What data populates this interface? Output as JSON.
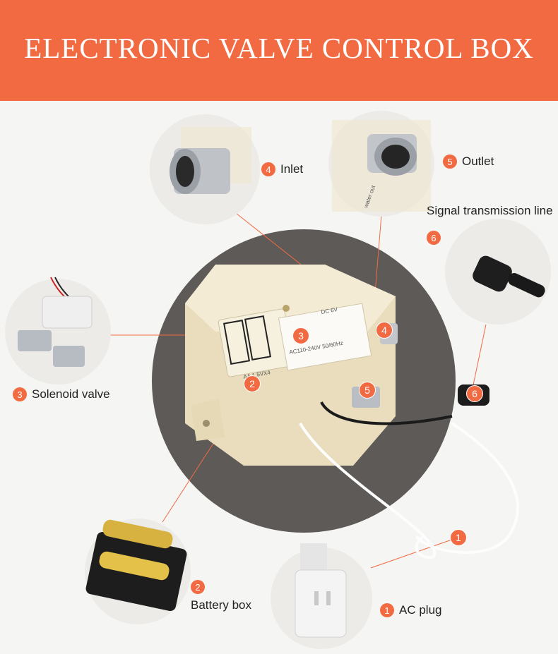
{
  "header": {
    "title": "ELECTRONIC VALVE CONTROL BOX"
  },
  "labels": {
    "inlet": {
      "num": "4",
      "text": "Inlet"
    },
    "outlet": {
      "num": "5",
      "text": "Outlet"
    },
    "signal_line": {
      "num": "6",
      "text": "Signal transmission line"
    },
    "solenoid": {
      "num": "3",
      "text": "Solenoid valve"
    },
    "battery": {
      "num": "2",
      "text": "Battery box"
    },
    "ac_plug": {
      "num": "1",
      "text": "AC plug"
    }
  },
  "markers": [
    "1",
    "2",
    "3",
    "4",
    "5",
    "6"
  ],
  "device": {
    "battery_spec": "AA 1.5VX4",
    "voltage_label": "AC110-240V 50/60Hz",
    "dc_label": "DC 6V",
    "outlet_marking": "water out"
  },
  "colors": {
    "accent": "#f26a42",
    "device_body": "#f1e6c8",
    "backdrop_circle": "#5d5a58"
  }
}
